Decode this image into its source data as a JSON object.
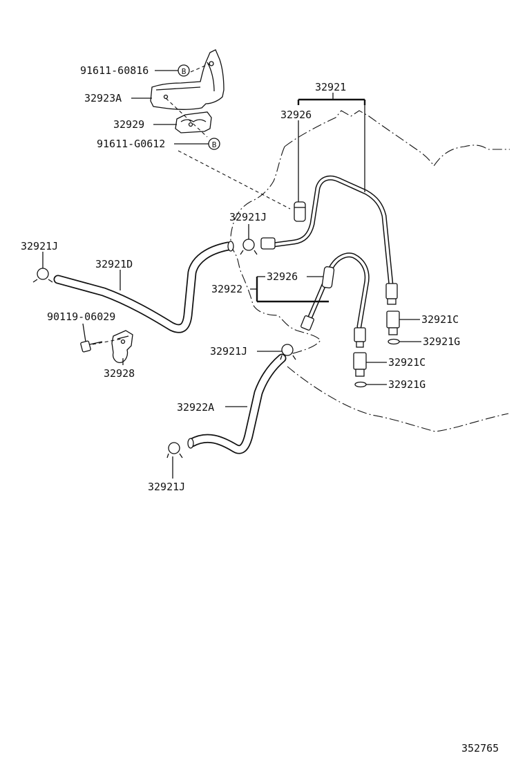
{
  "diagram_id": "352765",
  "callouts": {
    "bolt_60816": "91611-60816",
    "bracket": "32923A",
    "clamp_bracket": "32929",
    "bolt_g0612": "91611-G0612",
    "tube_assy": "32921",
    "union_upper": "32926",
    "clip_upper": "32921J",
    "clip_left": "32921J",
    "hose_d": "32921D",
    "bolt_06029": "90119-06029",
    "clamp_28": "32928",
    "tube_22": "32922",
    "union_lower": "32926",
    "clip_mid": "32921J",
    "hose_a": "32922A",
    "clip_bottom": "32921J",
    "union_c1": "32921C",
    "gasket_g1": "32921G",
    "union_c2": "32921C",
    "gasket_g2": "32921G"
  },
  "markers": {
    "b1": "B",
    "b2": "B"
  }
}
